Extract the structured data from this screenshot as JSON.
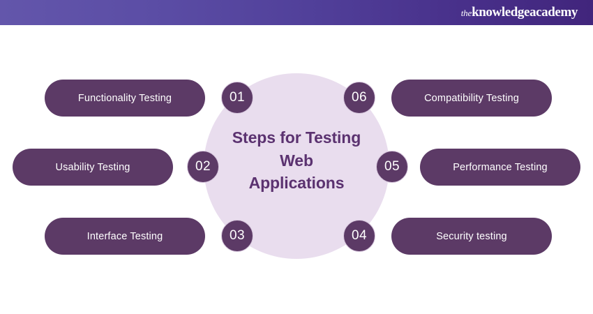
{
  "header": {
    "logo_prefix": "the",
    "logo_name": "knowledgeacademy",
    "gradient_from": "#6356ab",
    "gradient_to": "#41257c"
  },
  "diagram": {
    "center": {
      "title": "Steps for Testing Web Applications",
      "title_line1": "Steps for Testing",
      "title_line2": "Web",
      "title_line3": "Applications",
      "circle_color": "#e9ddee",
      "title_color": "#5b3270"
    },
    "accent_color": "#5c3a66",
    "badge_ring_color": "#d8c8de",
    "steps": [
      {
        "number": "01",
        "label": "Functionality Testing",
        "side": "left"
      },
      {
        "number": "02",
        "label": "Usability Testing",
        "side": "left"
      },
      {
        "number": "03",
        "label": "Interface Testing",
        "side": "left"
      },
      {
        "number": "04",
        "label": "Security testing",
        "side": "right"
      },
      {
        "number": "05",
        "label": "Performance Testing",
        "side": "right"
      },
      {
        "number": "06",
        "label": "Compatibility Testing",
        "side": "right"
      }
    ]
  }
}
